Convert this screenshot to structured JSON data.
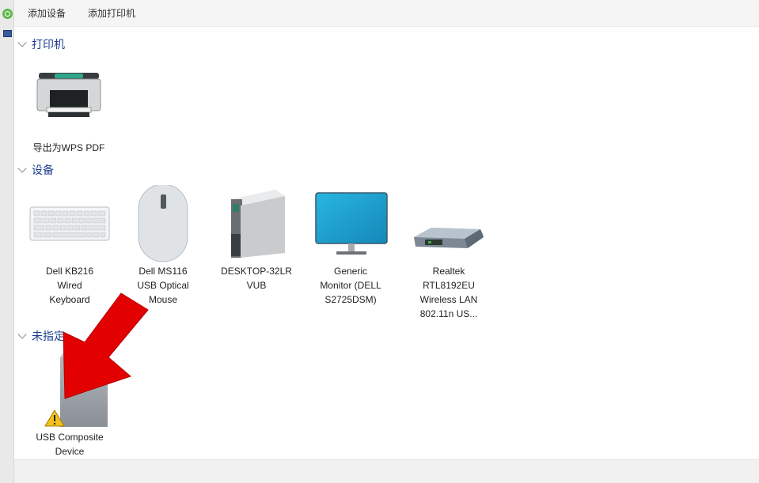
{
  "toolbar": {
    "add_device": "添加设备",
    "add_printer": "添加打印机"
  },
  "sections": {
    "printers": {
      "title": "打印机",
      "items": [
        {
          "label": "导出为WPS PDF",
          "icon": "printer-icon"
        }
      ]
    },
    "devices": {
      "title": "设备",
      "items": [
        {
          "label": "Dell KB216\nWired\nKeyboard",
          "icon": "keyboard-icon"
        },
        {
          "label": "Dell MS116\nUSB Optical\nMouse",
          "icon": "mouse-icon"
        },
        {
          "label": "DESKTOP-32LR\nVUB",
          "icon": "computer-tower-icon"
        },
        {
          "label": "Generic\nMonitor (DELL\nS2725DSM)",
          "icon": "monitor-icon"
        },
        {
          "label": "Realtek\nRTL8192EU\nWireless LAN\n802.11n US...",
          "icon": "network-adapter-icon"
        }
      ]
    },
    "unspecified": {
      "title": "未指定",
      "items": [
        {
          "label": "USB Composite\nDevice",
          "icon": "usb-device-icon",
          "status": "warning"
        }
      ]
    }
  },
  "annotation": {
    "arrow_color": "#e30000"
  }
}
